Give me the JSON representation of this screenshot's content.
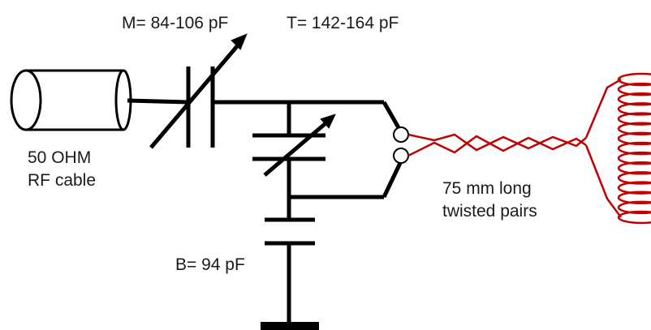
{
  "labels": {
    "match_cap": "M= 84-106 pF",
    "tune_cap": "T= 142-164 pF",
    "cable_line1": "50 OHM",
    "cable_line2": "RF cable",
    "twisted_line1": "75 mm long",
    "twisted_line2": "twisted pairs",
    "blocking_cap": "B= 94 pF"
  },
  "colors": {
    "circuit": "#000000",
    "coil": "#c00000"
  }
}
